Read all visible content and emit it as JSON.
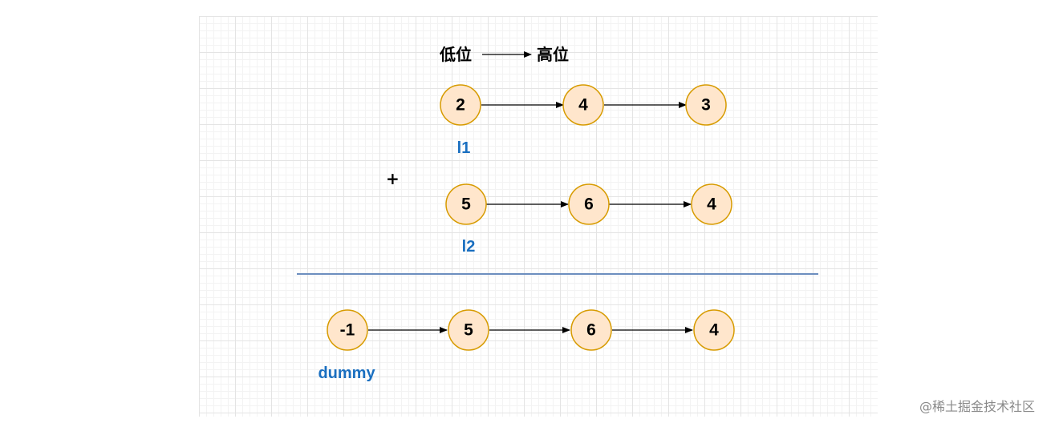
{
  "direction": {
    "low": "低位",
    "high": "高位"
  },
  "operator": "+",
  "lists": [
    {
      "name": "l1",
      "nodes": [
        "2",
        "4",
        "3"
      ]
    },
    {
      "name": "l2",
      "nodes": [
        "5",
        "6",
        "4"
      ]
    },
    {
      "name": "dummy",
      "nodes": [
        "-1",
        "5",
        "6",
        "4"
      ]
    }
  ],
  "colors": {
    "node_fill": "#ffe6cc",
    "node_stroke": "#d79b00",
    "label_blue": "#1a6fc0",
    "separator": "#6c8ebf"
  },
  "watermark": "@稀土掘金技术社区"
}
